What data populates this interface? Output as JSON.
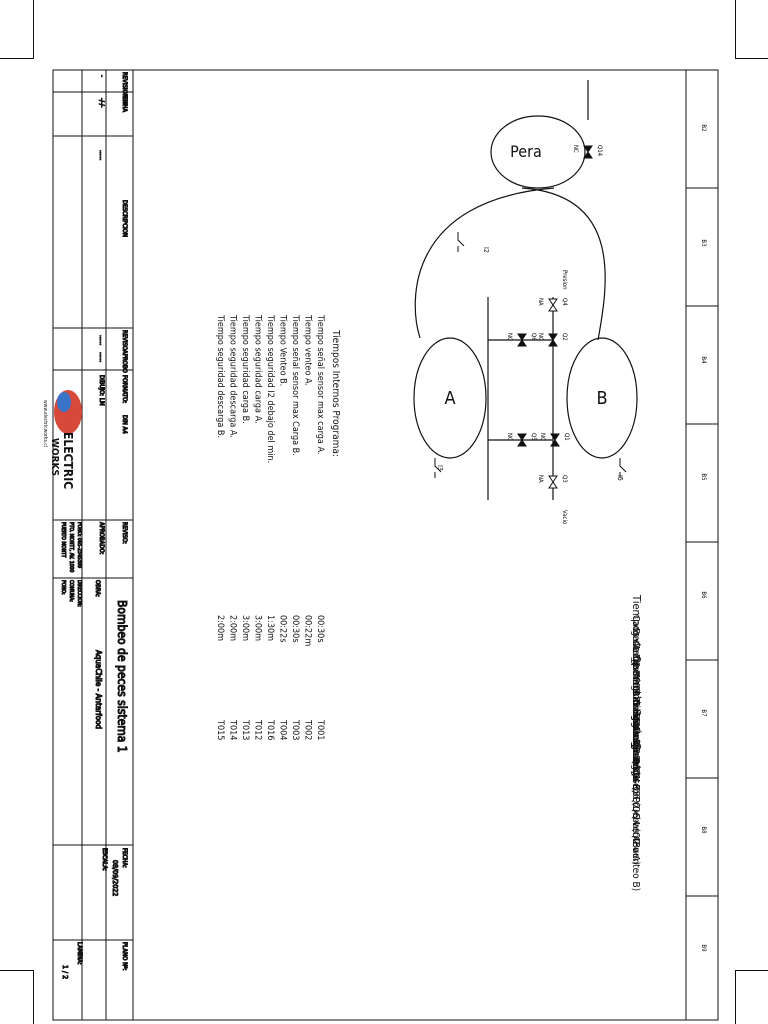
{
  "ruler": [
    "B2",
    "B3",
    "B4",
    "B5",
    "B6",
    "B7",
    "B8",
    "B9"
  ],
  "schematic": {
    "tank_pera": "Pera",
    "tank_a": "A",
    "tank_b": "B",
    "line_presion": "Presion",
    "line_vacio": "Vacio",
    "switch_i2": "I2",
    "switch_i3": "I3",
    "switch_i5": "I5",
    "valves": [
      {
        "tag": "Q14",
        "type": "NC"
      },
      {
        "tag": "Q4",
        "type": "NA"
      },
      {
        "tag": "Q6",
        "type": "NC"
      },
      {
        "tag": "Q2",
        "type": "NC"
      },
      {
        "tag": "Q5",
        "type": "NC"
      },
      {
        "tag": "Q3",
        "type": "NA"
      },
      {
        "tag": "Q1",
        "type": "NC"
      }
    ]
  },
  "operation": {
    "title": "Tiempos de Operación Según Pruebas:",
    "lines": [
      "Carga A: 02 min 08 seg.",
      "Descarga A: 01 min 34 seg.",
      "Carga B: 02 min 01 seg.",
      "Descarga B: 1 min 35 seg."
    ],
    "note": "*Presión Max alcanzada en Pruebas 4Bar."
  },
  "valve_map": [
    "Carga A: Q3-Q5",
    "Descarga A: Q4-Q6 (Q6 venteo A)",
    "Carga B: Q1-Q3",
    "Descarga B: Q2-Q4 (Q2 venteo B)"
  ],
  "internal": {
    "title": "Tiempos Internos Programa:",
    "rows": [
      {
        "label": "Tiempo señal sensor max carga A.",
        "time": "00:30s",
        "timer": "T001"
      },
      {
        "label": "Tiempo venteo A.",
        "time": "00:22m",
        "timer": "T002"
      },
      {
        "label": "Tiempo señal sensor max Carga B.",
        "time": "00:30s",
        "timer": "T003"
      },
      {
        "label": "Tiempo Venteo B.",
        "time": "00:22s",
        "timer": "T004"
      },
      {
        "label": "Tiempo seguridad I2 debajo del min.",
        "time": "1:30m",
        "timer": "T016"
      },
      {
        "label": "Tiempo seguridad carga A.",
        "time": "3:00m",
        "timer": "T012"
      },
      {
        "label": "Tiempo seguridad carga B.",
        "time": "3:00m",
        "timer": "T013"
      },
      {
        "label": "Tiempo seguridad descarga A.",
        "time": "2:00m",
        "timer": "T014"
      },
      {
        "label": "Tiempo seguridad descarga B.",
        "time": "2:00m",
        "timer": "T015"
      }
    ]
  },
  "title_block": {
    "revision_header": "REVISION Nº",
    "fecha_header": "FECHA",
    "descripcion_header": "DESCRIPCION",
    "reviso_header": "REVISO",
    "aprobo_header": "APROBO",
    "revision_value": "-",
    "fecha_value": "-/-/-",
    "descripcion_value": "......",
    "reviso_value": "......",
    "aprobo_value": "......",
    "formato_label": "FORMATO:",
    "formato_value": "DIN A4",
    "dibujo_label": "DIBUJO:",
    "dibujo_value": "LM",
    "reviso_label": "REVISO:",
    "aprobado_label": "APROBADO:",
    "logo_line1": "ELECTRIC",
    "logo_line2": "WORKS",
    "website": "www.electricworks.cl",
    "contact_phone": "FONO: 065-2345399",
    "contact_address": "PTO. MONTT, AV. 1000",
    "contact_city": "PUERTO MONTT",
    "drawing_title": "Bombeo de peces sistema 1",
    "obra_label": "OBRA:",
    "obra_value": "AquaChile - Antarfood",
    "direccion_label": "DIRECCION:",
    "comuna_label": "COMUNA:",
    "fono_label": "FONO:",
    "fecha_label": "FECHA:",
    "fecha_value2": "08/09/2022",
    "escala_label": "ESCALA:",
    "plano_label": "PLANO Nº:",
    "lamina_label": "LAMINA:",
    "lamina_value": "1 / 2"
  }
}
